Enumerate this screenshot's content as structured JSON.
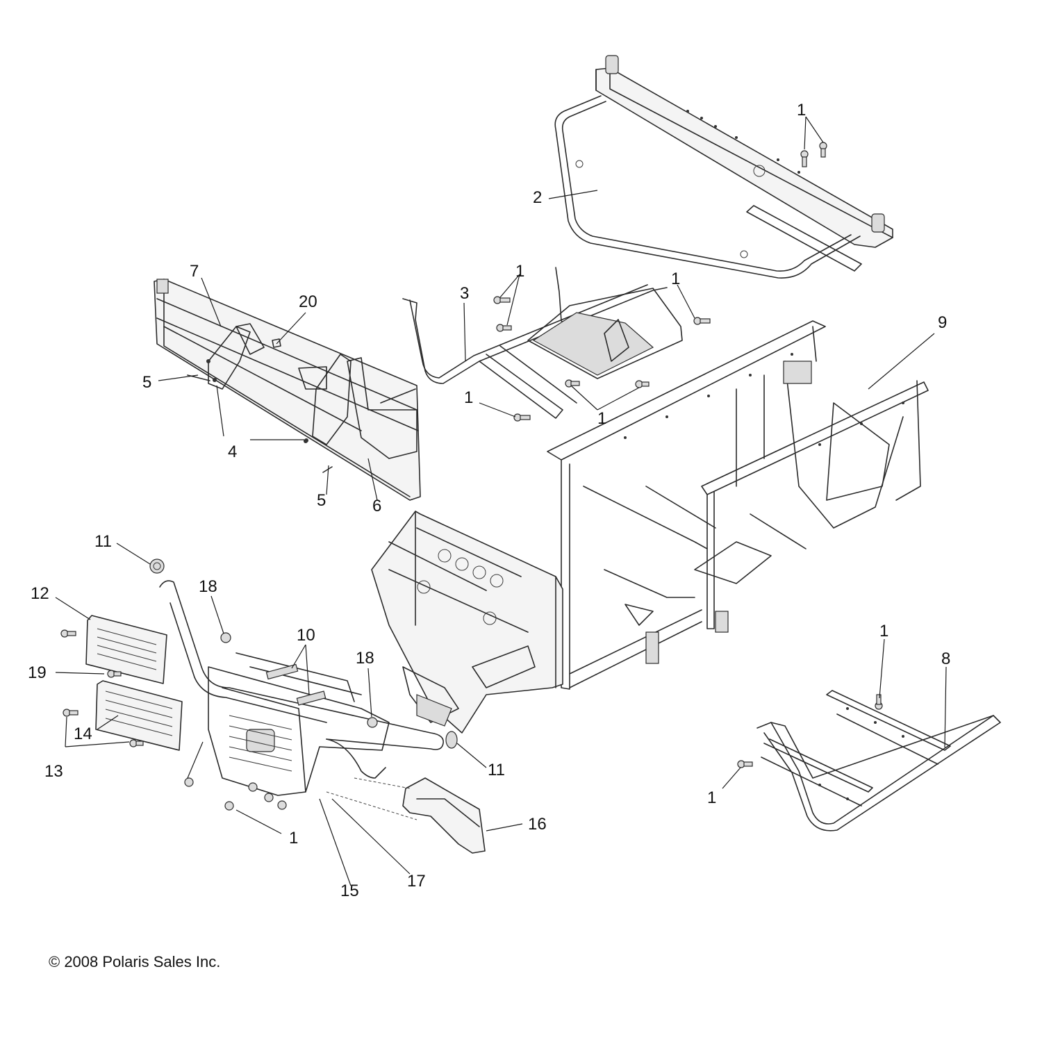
{
  "callouts": {
    "c1a": "1",
    "c1b": "1",
    "c1c": "1",
    "c1d": "1",
    "c1e": "1",
    "c1f": "1",
    "c1g": "1",
    "c1h": "1",
    "c2": "2",
    "c3": "3",
    "c4": "4",
    "c5a": "5",
    "c5b": "5",
    "c6": "6",
    "c7": "7",
    "c8": "8",
    "c9": "9",
    "c10": "10",
    "c11a": "11",
    "c11b": "11",
    "c12": "12",
    "c13": "13",
    "c14": "14",
    "c15": "15",
    "c16": "16",
    "c17": "17",
    "c18a": "18",
    "c18b": "18",
    "c19": "19",
    "c20": "20"
  },
  "copyright": "© 2008 Polaris Sales Inc."
}
